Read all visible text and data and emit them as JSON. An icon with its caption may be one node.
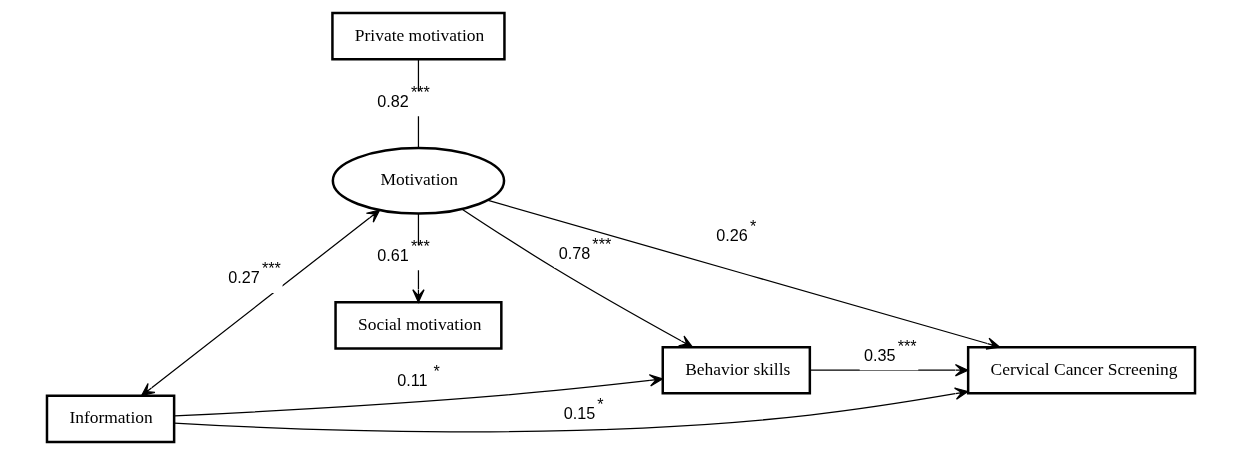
{
  "diagram": {
    "nodes": [
      {
        "text": [
          "Information"
        ]
      },
      {
        "text": [
          "Private motivation"
        ]
      },
      {
        "text": [
          "Motivation"
        ]
      },
      {
        "text": [
          "Social motivation"
        ]
      },
      {
        "text": [
          "Behavior skills"
        ]
      },
      {
        "text": [
          "Cervical Cancer Screening"
        ]
      }
    ],
    "edges": [
      {
        "from": 0,
        "to": 5,
        "arrow": "to",
        "label": "0.15$^{*}$"
      },
      {
        "from": 0,
        "to": 4,
        "arrow": "to",
        "label": "0.11 $^{*}$"
      },
      {
        "from": 0,
        "to": 2,
        "arrow": "both",
        "label": "0.27$^{***}$"
      },
      {
        "from": 1,
        "to": 2,
        "arrow": "none",
        "label": "0.82$^{***}$"
      },
      {
        "from": 2,
        "to": 4,
        "arrow": "to",
        "label": "0.78$^{***}$"
      },
      {
        "from": 2,
        "to": 3,
        "arrow": "to",
        "label": "0.61$^{***}$"
      },
      {
        "from": 4,
        "to": 5,
        "arrow": "to",
        "label": "0.35$^{***}$"
      },
      {
        "from": 2,
        "to": 5,
        "arrow": "to",
        "label": "0.26$^{*}$"
      }
    ]
  }
}
